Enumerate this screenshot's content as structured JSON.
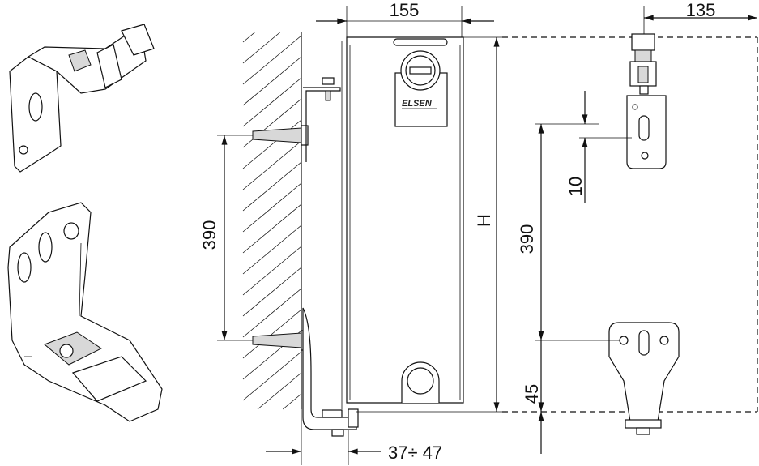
{
  "title": "Radiator mounting dimensions",
  "brand_logo": "ELSEN",
  "dimensions": {
    "width": "155",
    "bracket_offset": "135",
    "height": "H",
    "bracket_spacing_left": "390",
    "bracket_spacing_right": "390",
    "slot": "10",
    "bottom_offset": "45",
    "wall_gap": "37÷ 47"
  }
}
